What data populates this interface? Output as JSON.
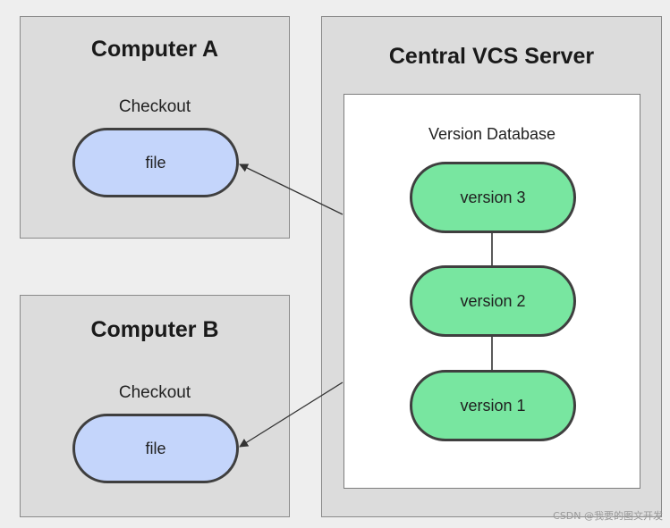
{
  "computer_a": {
    "title": "Computer A",
    "checkout_label": "Checkout",
    "file_label": "file"
  },
  "computer_b": {
    "title": "Computer B",
    "checkout_label": "Checkout",
    "file_label": "file"
  },
  "server": {
    "title": "Central VCS Server",
    "database": {
      "title": "Version Database",
      "versions": [
        "version 3",
        "version 2",
        "version 1"
      ]
    }
  },
  "watermark": "CSDN @我要的图文开发",
  "colors": {
    "panel_bg": "#dcdcdc",
    "file_fill": "#c4d5fb",
    "version_fill": "#78e6a0",
    "outline": "#3f3f3f"
  }
}
